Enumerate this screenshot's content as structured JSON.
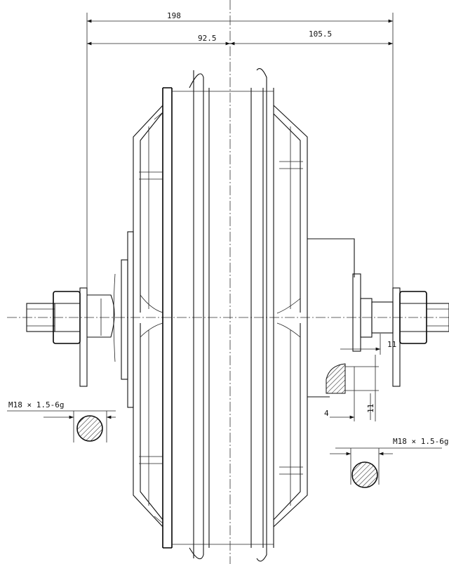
{
  "dimensions": {
    "overall_width": "198",
    "left_width": "92.5",
    "right_width": "105.5",
    "small_right": "11",
    "small_lower": "4",
    "small_vertical": "11"
  },
  "threads": {
    "left_thread": "M18 × 1.5-6g",
    "right_thread": "M18 × 1.5-6g"
  }
}
